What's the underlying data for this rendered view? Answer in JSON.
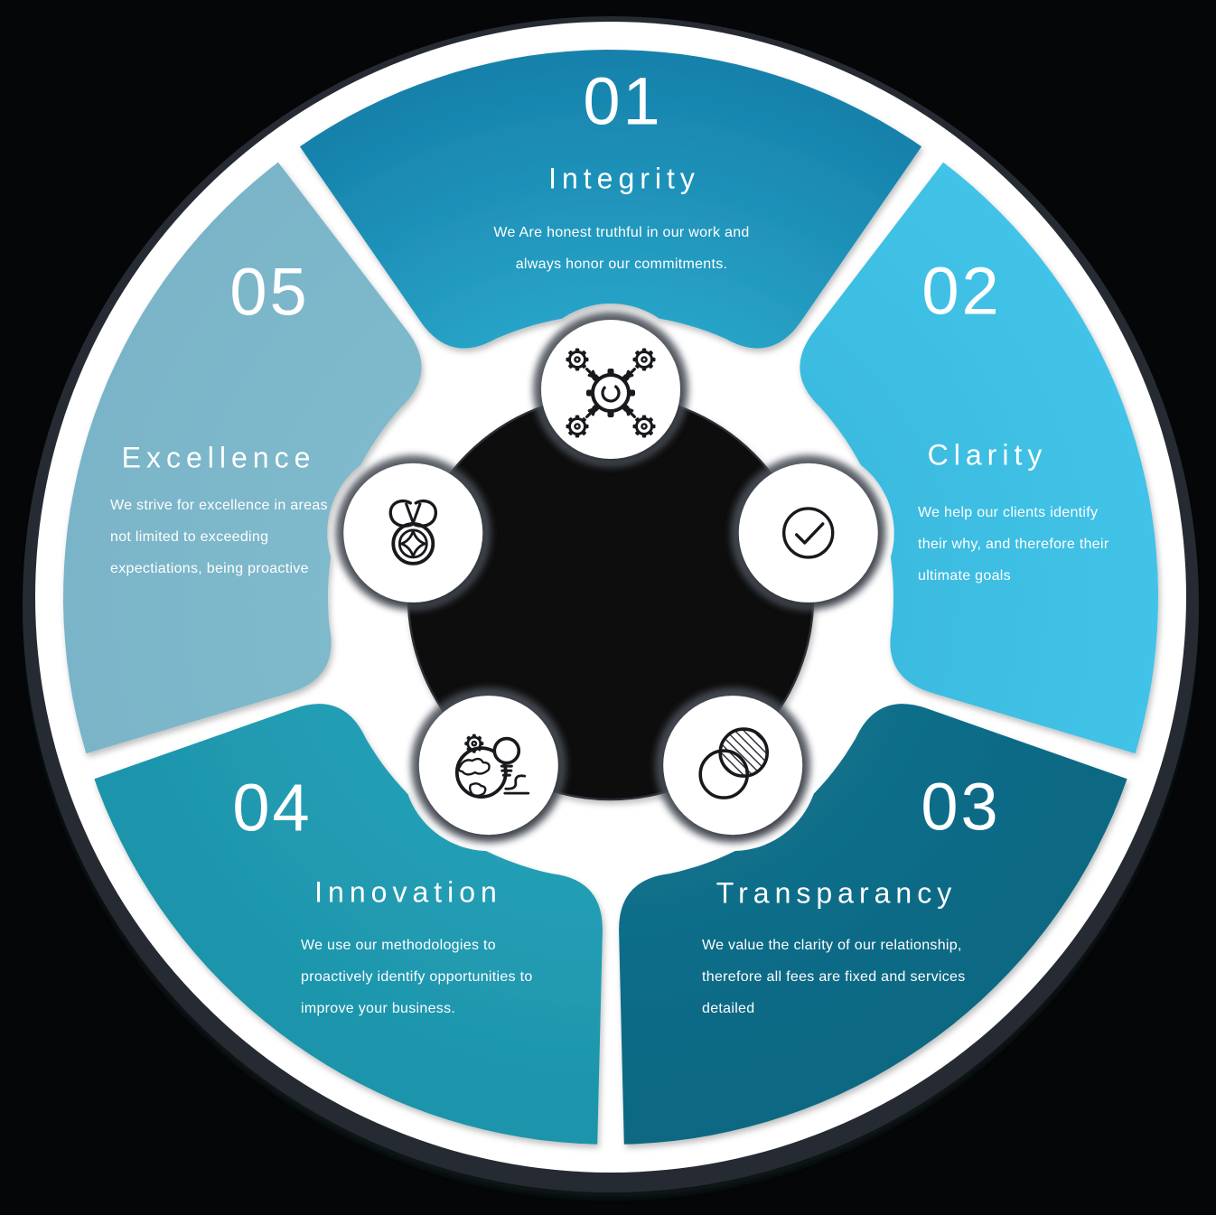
{
  "palette": {
    "background": "#050608",
    "outer_ring": "#262b33",
    "outer_ring_shadow": "#101317",
    "disc": "#ffffff",
    "center_disk": "#07080b",
    "center_disk_edge": "#292d34",
    "icon_halo": "#4a4f58",
    "icon_circle": "#ffffff",
    "icon_ink": "#17191d",
    "text": "#ffffff"
  },
  "segments": [
    {
      "id": "integrity",
      "number": "01",
      "title": "Integrity",
      "description_lines": [
        "We Are honest truthful in our work and",
        "always honor our commitments."
      ],
      "color_inner": "#2ba7cb",
      "color_outer": "#147fa9",
      "icon": "network-gears-icon"
    },
    {
      "id": "clarity",
      "number": "02",
      "title": "Clarity",
      "description_lines": [
        "We help our clients identify",
        "their why, and therefore their",
        "ultimate goals"
      ],
      "color_inner": "#3abade",
      "color_outer": "#42c3e8",
      "icon": "check-circle-icon"
    },
    {
      "id": "transparancy",
      "number": "03",
      "title": "Transparancy",
      "description_lines": [
        "We value the clarity of our relationship,",
        "therefore all fees are fixed and services",
        "detailed"
      ],
      "color_inner": "#12708c",
      "color_outer": "#0e6782",
      "icon": "overlap-circles-icon"
    },
    {
      "id": "innovation",
      "number": "04",
      "title": "Innovation",
      "description_lines": [
        "We use our methodologies to",
        "proactively identify opportunities to",
        "improve your business."
      ],
      "color_inner": "#23a0b6",
      "color_outer": "#1d93aa",
      "icon": "globe-bulb-icon"
    },
    {
      "id": "excellence",
      "number": "05",
      "title": "Excellence",
      "description_lines": [
        "We strive for excellence in areas",
        "not limited to exceeding",
        "expectiations, being proactive"
      ],
      "color_inner": "#7fbacc",
      "color_outer": "#7ab4c8",
      "icon": "medal-icon"
    }
  ]
}
